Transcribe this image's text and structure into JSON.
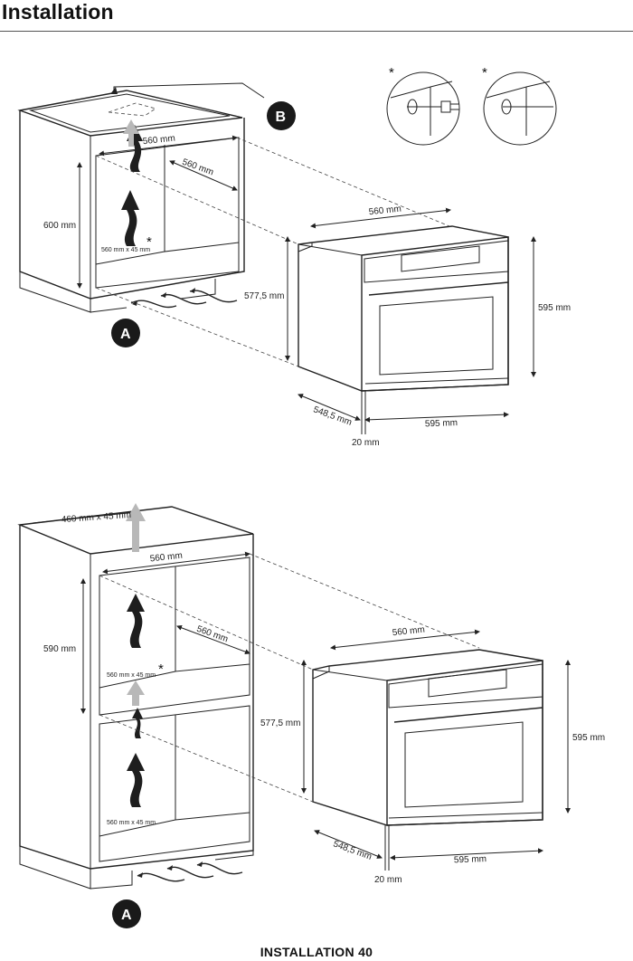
{
  "header": {
    "title": "Installation"
  },
  "footer": {
    "label": "INSTALLATION 40"
  },
  "figure1": {
    "cabinet_width": "560 mm",
    "cabinet_depth": "560 mm",
    "cabinet_height": "600 mm",
    "vent_opening": "560 mm x 45 mm",
    "oven_width_top": "560 mm",
    "oven_side_height": "577,5 mm",
    "oven_height": "595 mm",
    "oven_depth": "548,5 mm",
    "oven_width_bottom": "595 mm",
    "oven_front_depth": "20 mm",
    "badge_a": "A",
    "badge_b": "B",
    "asterisk": "*"
  },
  "figure2": {
    "top_vent": "460 mm x 45 mm",
    "cabinet_width": "560 mm",
    "cabinet_depth": "560 mm",
    "cabinet_height": "590 mm",
    "vent_opening_mid": "560 mm x 45 mm",
    "vent_opening_low": "560 mm x 45 mm",
    "oven_width_top": "560 mm",
    "oven_side_height": "577,5 mm",
    "oven_height": "595 mm",
    "oven_depth": "548,5 mm",
    "oven_width_bottom": "595 mm",
    "oven_front_depth": "20 mm",
    "badge_a": "A",
    "asterisk": "*"
  },
  "colors": {
    "badge": "#1a1a1a",
    "airflow_dark": "#1e1e1e",
    "airflow_light": "#b8b8b8"
  },
  "icons": [
    "plug-icon",
    "cable-icon",
    "airflow-arrow-icon"
  ]
}
